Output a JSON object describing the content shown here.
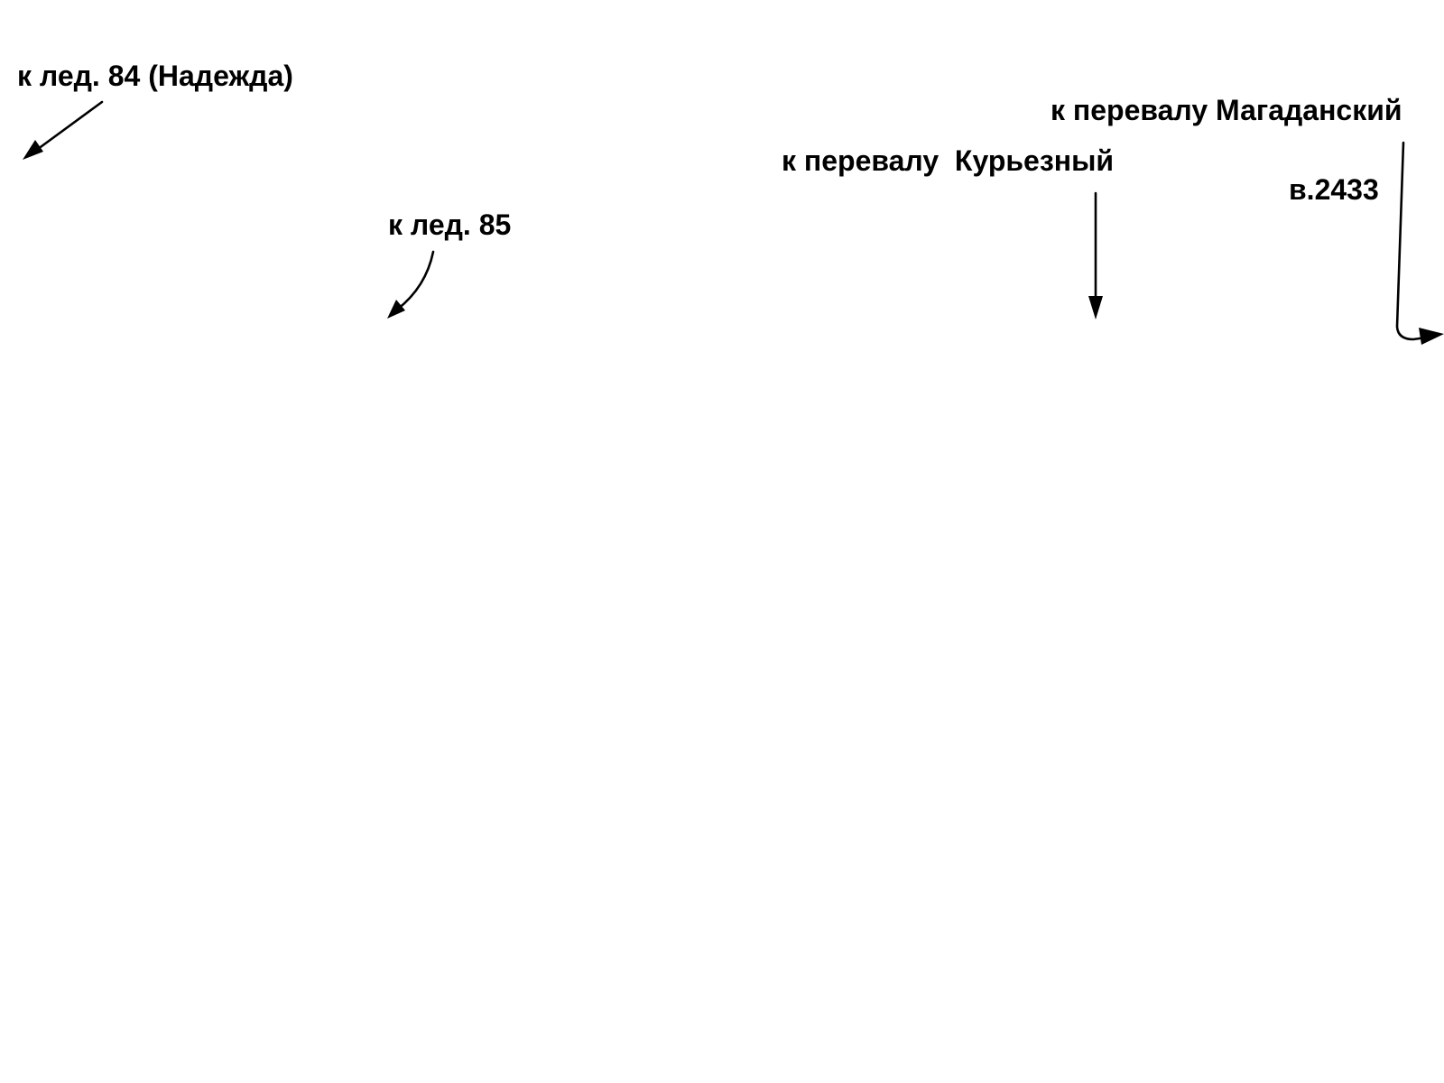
{
  "labels": {
    "glacier_84": "к лед. 84 (Надежда)",
    "glacier_85": "к лед. 85",
    "pass_kuryezny": "к перевалу  Курьезный",
    "pass_magadansky": "к перевалу Магаданский",
    "height_2433": "в.2433"
  },
  "colors": {
    "ink": "#000000",
    "background": "#ffffff"
  }
}
